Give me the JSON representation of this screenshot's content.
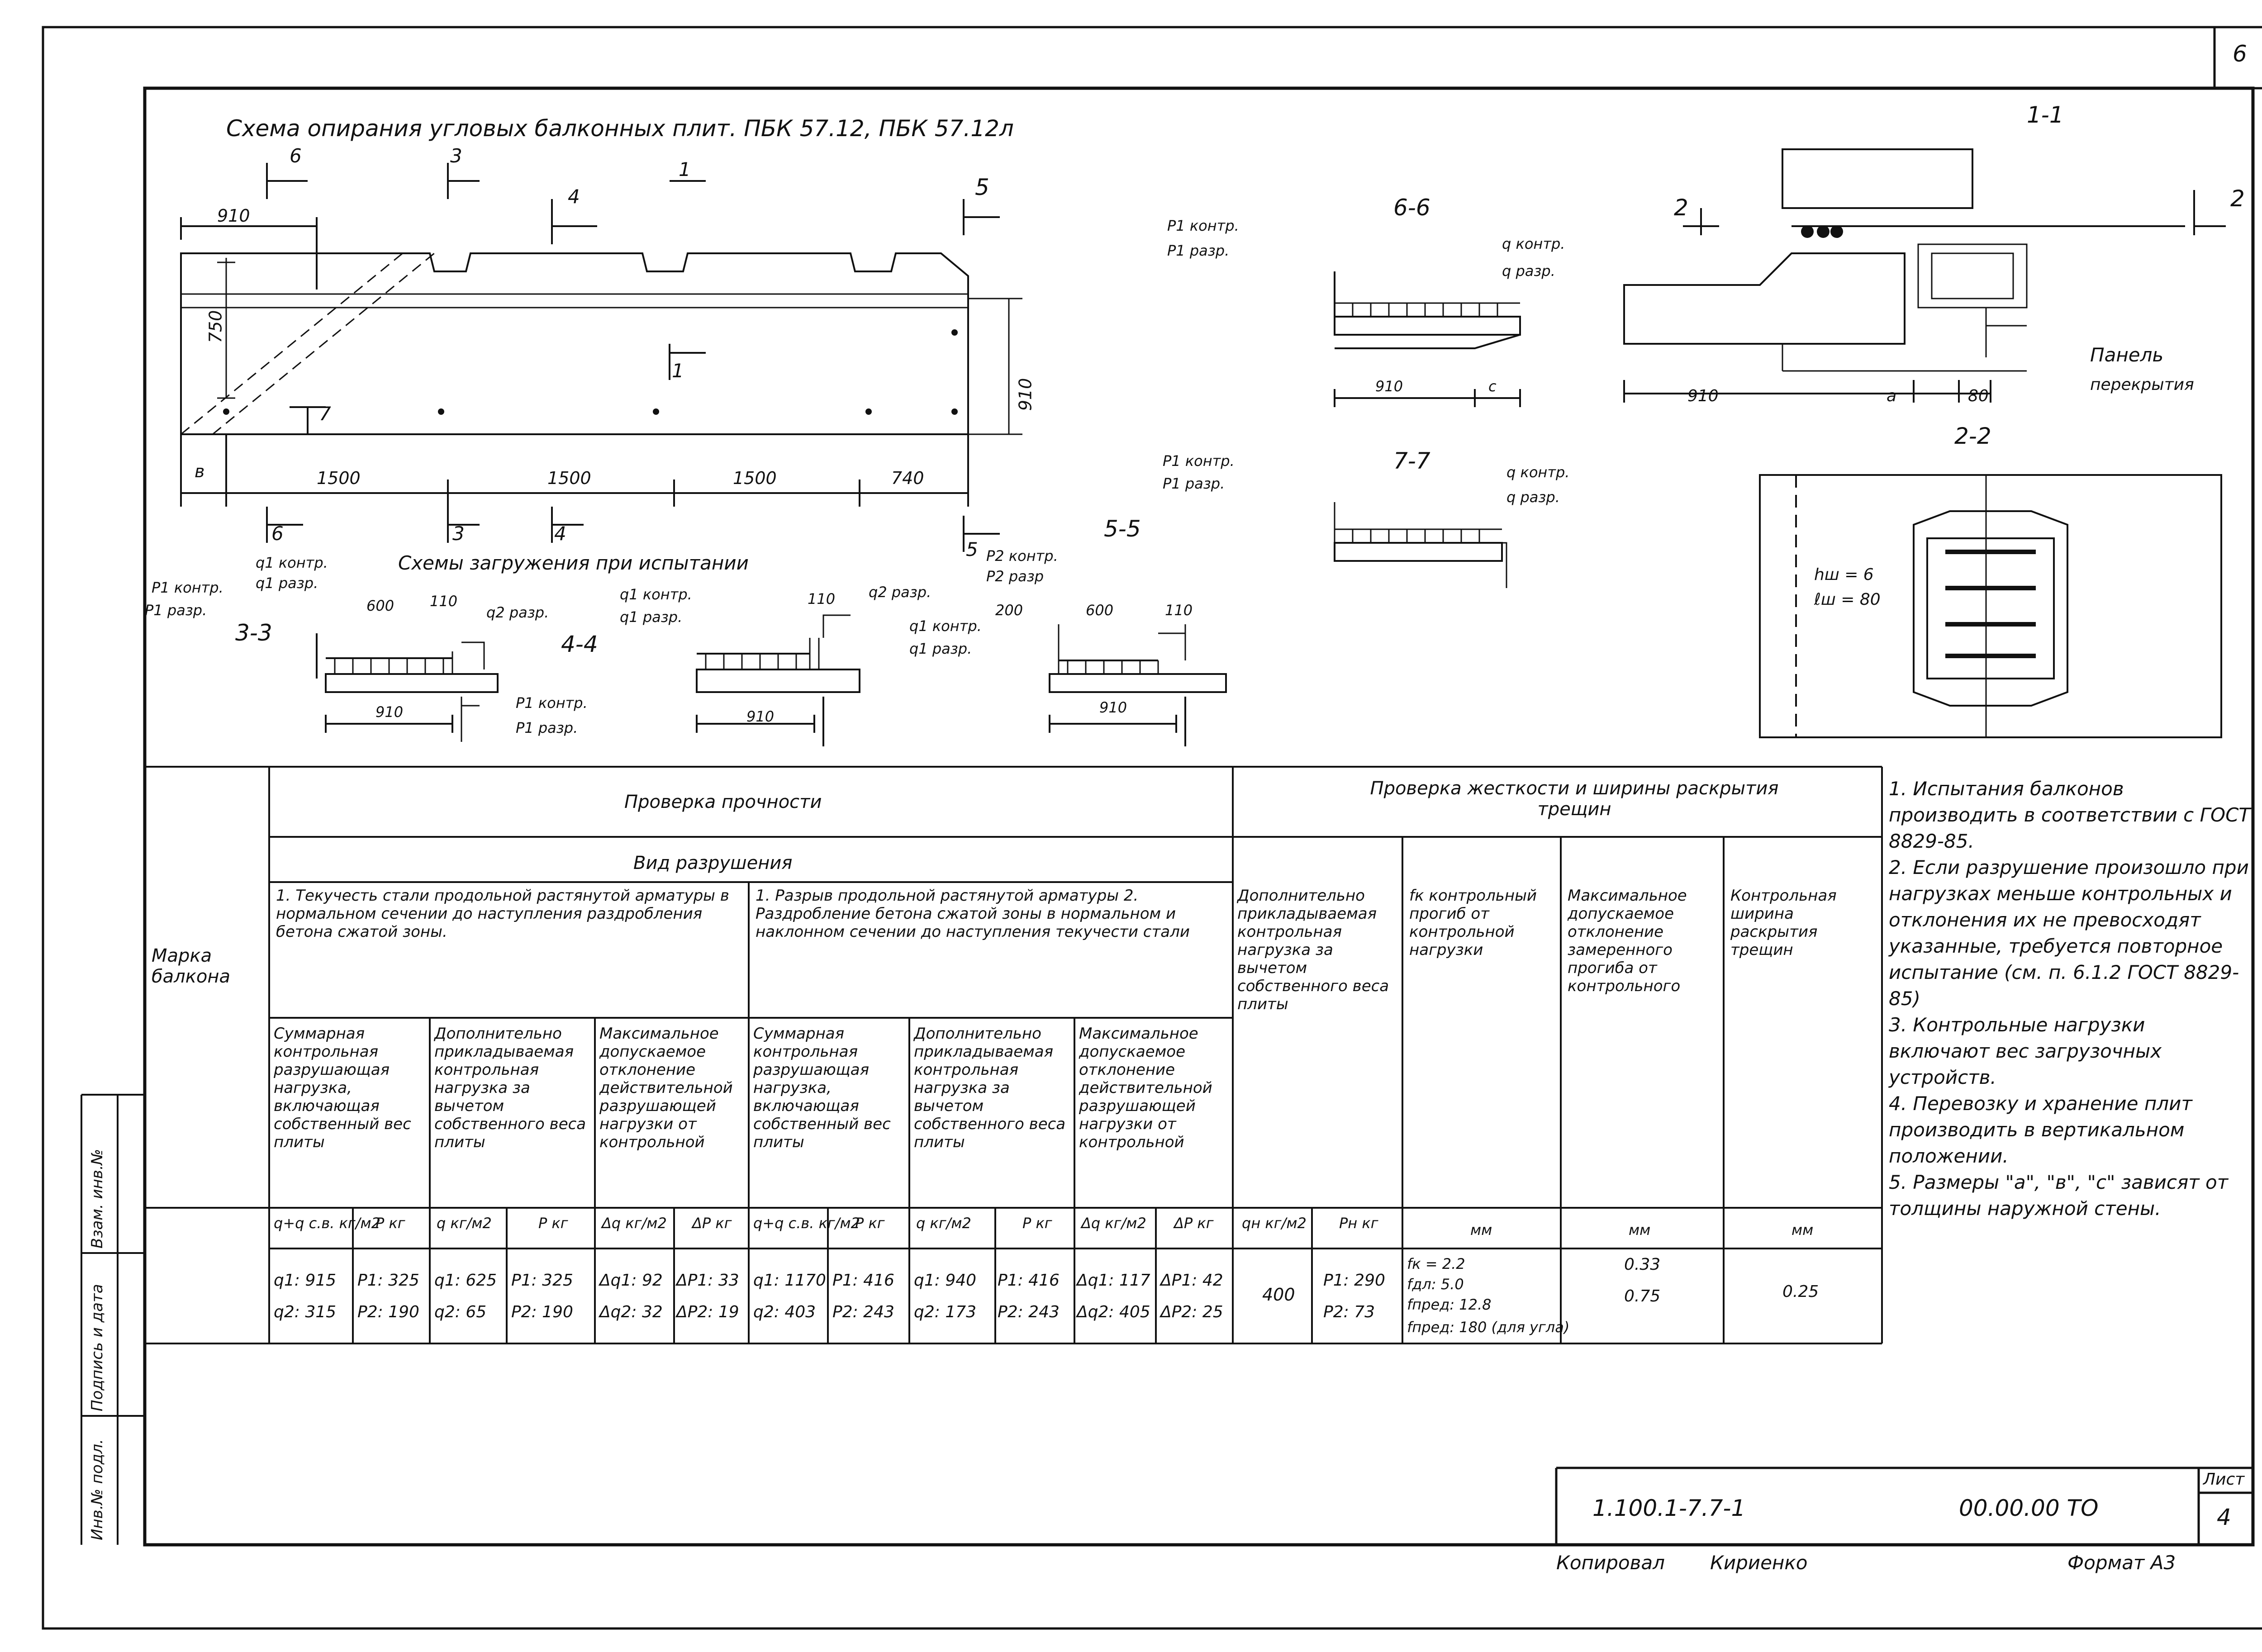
{
  "sheet_number": "6",
  "main_title": "Схема опирания угловых балконных плит. ПБК 57.12, ПБК 57.12л",
  "plan": {
    "dims": {
      "d910_top": "910",
      "d750": "750",
      "d910_right": "910",
      "b": "в",
      "s1": "1500",
      "s2": "1500",
      "s3": "1500",
      "s4": "740"
    },
    "sections": {
      "m6": "6",
      "m3": "3",
      "m4": "4",
      "m1": "1",
      "m5": "5",
      "m7": "7",
      "b6": "6",
      "b3": "3",
      "b4": "4",
      "b5": "5",
      "c1": "1"
    }
  },
  "load_schemes_title": "Схемы загружения при испытании",
  "sec33": {
    "title": "3-3",
    "p1k": "P1 контр.",
    "p1r": "P1 разр.",
    "q1k": "q1 контр.",
    "q1r": "q1 разр.",
    "q2r": "q2 разр.",
    "d600": "600",
    "d110": "110",
    "d910": "910"
  },
  "sec44": {
    "title": "4-4",
    "q1k": "q1 контр.",
    "q1r": "q1 разр.",
    "q2r": "q2 разр.",
    "p1k": "P1 контр.",
    "p1r": "P1 разр.",
    "d110": "110",
    "d910": "910"
  },
  "sec55": {
    "title": "5-5",
    "p2k": "P2 контр.",
    "p2r": "P2 разр",
    "q1k": "q1 контр.",
    "q1r": "q1 разр.",
    "d200": "200",
    "d600": "600",
    "d110": "110",
    "d910": "910"
  },
  "sec66": {
    "title": "6-6",
    "p1k": "P1 контр.",
    "p1r": "P1 разр.",
    "qk": "q контр.",
    "qr": "q разр.",
    "d910": "910",
    "c": "c"
  },
  "sec77": {
    "title": "7-7",
    "p1k": "P1 контр.",
    "p1r": "P1 разр.",
    "qk": "q контр.",
    "qr": "q разр."
  },
  "sec11": {
    "title": "1-1",
    "m2a": "2",
    "m2b": "2",
    "panel1": "Панель",
    "panel2": "перекрытия",
    "d910": "910",
    "a": "a",
    "d80": "80"
  },
  "sec22": {
    "title": "2-2",
    "hsh": "hш = 6",
    "lsh": "ℓш = 80"
  },
  "table": {
    "col_mark": "Марка балкона",
    "strength": "Проверка прочности",
    "rigidity": "Проверка жесткости и ширины раскрытия трещин",
    "failure": "Вид разрушения",
    "f1": "1. Текучесть стали продольной растянутой арматуры в нормальном сечении до наступления раздробления бетона сжатой зоны.",
    "f2": "1. Разрыв продольной растянутой арматуры 2. Раздробление бетона сжатой зоны в нормальном и наклонном сечении до наступления текучести стали",
    "h_sum": "Суммарная контрольная разрушающая нагрузка, включающая собственный вес плиты",
    "h_add": "Дополнительно прикладываемая контрольная нагрузка за вычетом собственного веса плиты",
    "h_max": "Максимальное допускаемое отклонение действительной разрушающей нагрузки от контрольной",
    "h_sum2": "Суммарная контрольная разрушающая нагрузка, включающая собственный вес плиты",
    "h_add2": "Дополнительно прикладываемая контрольная нагрузка за вычетом собственного веса плиты",
    "h_max2": "Максимальное допускаемое отклонение действительной разрушающей нагрузки от контрольной",
    "h_rig_add": "Дополнительно прикладываемая контрольная нагрузка за вычетом собственного веса плиты",
    "h_fk": "fк контрольный прогиб от контрольной нагрузки",
    "h_maxdev": "Максимальное допускаемое отклонение замеренного прогиба от контрольного",
    "h_crack": "Контрольная ширина раскрытия трещин",
    "units": [
      "q+q с.в. кг/м2",
      "P кг",
      "q кг/м2",
      "P кг",
      "Δq кг/м2",
      "ΔP кг",
      "q+q с.в. кг/м2",
      "P кг",
      "q кг/м2",
      "P кг",
      "Δq кг/м2",
      "ΔP кг",
      "qн кг/м2",
      "Pн кг",
      "мм",
      "мм",
      "мм"
    ],
    "row": {
      "c1a": "q1: 915",
      "c1b": "q2: 315",
      "c2a": "P1: 325",
      "c2b": "P2: 190",
      "c3a": "q1: 625",
      "c3b": "q2: 65",
      "c4a": "P1: 325",
      "c4b": "P2: 190",
      "c5a": "Δq1: 92",
      "c5b": "Δq2: 32",
      "c6a": "ΔP1: 33",
      "c6b": "ΔP2: 19",
      "c7a": "q1: 1170",
      "c7b": "q2: 403",
      "c8a": "P1: 416",
      "c8b": "P2: 243",
      "c9a": "q1: 940",
      "c9b": "q2: 173",
      "c10a": "P1: 416",
      "c10b": "P2: 243",
      "c11a": "Δq1: 117",
      "c11b": "Δq2: 405",
      "c12a": "ΔP1: 42",
      "c12b": "ΔP2: 25",
      "c13": "400",
      "c14a": "P1: 290",
      "c14b": "P2: 73",
      "c15a": "fк = 2.2",
      "c15b": "fдл: 5.0",
      "c15c": "fпред: 12.8",
      "c15d": "fпред: 180 (для угла)",
      "c16a": "0.33",
      "c16b": "0.75",
      "c17": "0.25"
    }
  },
  "notes": [
    "1. Испытания балконов производить в соответствии с ГОСТ 8829-85.",
    "2. Если разрушение произошло при нагрузках меньше контрольных и отклонения их не превосходят указанные, требуется повторное испытание (см. п. 6.1.2 ГОСТ 8829-85)",
    "3. Контрольные нагрузки включают вес загрузочных устройств.",
    "4. Перевозку и хранение плит производить в вертикальном положении.",
    "5. Размеры \"а\", \"в\", \"с\" зависят от толщины наружной стены."
  ],
  "side_labels": [
    "Инв.№ подл.",
    "Подпись и дата",
    "Взам. инв.№"
  ],
  "stamp": {
    "code": "1.100.1-7.7-1",
    "doc": "00.00.00 ТО",
    "sheet_lbl": "Лист",
    "sheet": "4"
  },
  "footer": {
    "copied": "Копировал",
    "name": "Кириенко",
    "format": "Формат А3"
  }
}
